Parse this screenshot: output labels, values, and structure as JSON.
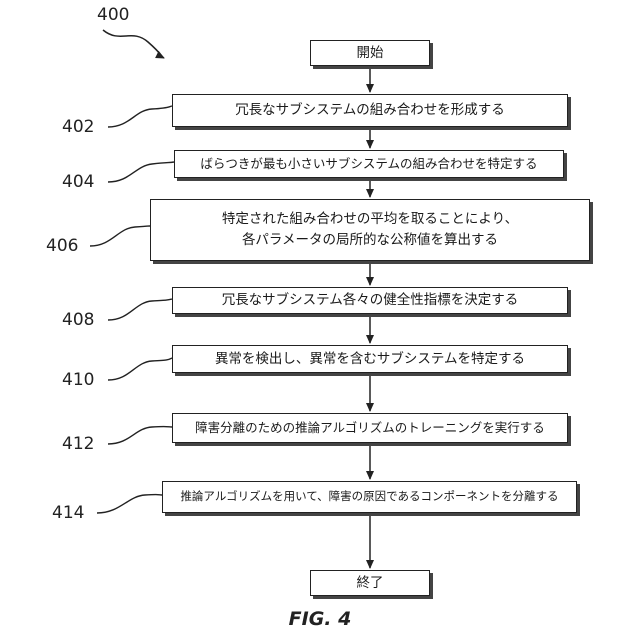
{
  "figure_ref": "400",
  "figure_label": "FIG. 4",
  "start": "開始",
  "end": "終了",
  "steps": [
    {
      "ref": "402",
      "lines": [
        "冗長なサブシステムの組み合わせを形成する"
      ]
    },
    {
      "ref": "404",
      "lines": [
        "ばらつきが最も小さいサブシステムの組み合わせを特定する"
      ]
    },
    {
      "ref": "406",
      "lines": [
        "特定された組み合わせの平均を取ることにより、",
        "各パラメータの局所的な公称値を算出する"
      ]
    },
    {
      "ref": "408",
      "lines": [
        "冗長なサブシステム各々の健全性指標を決定する"
      ]
    },
    {
      "ref": "410",
      "lines": [
        "異常を検出し、異常を含むサブシステムを特定する"
      ]
    },
    {
      "ref": "412",
      "lines": [
        "障害分離のための推論アルゴリズムのトレーニングを実行する"
      ]
    },
    {
      "ref": "414",
      "lines": [
        "推論アルゴリズムを用いて、障害の原因であるコンポーネントを分離する"
      ]
    }
  ]
}
